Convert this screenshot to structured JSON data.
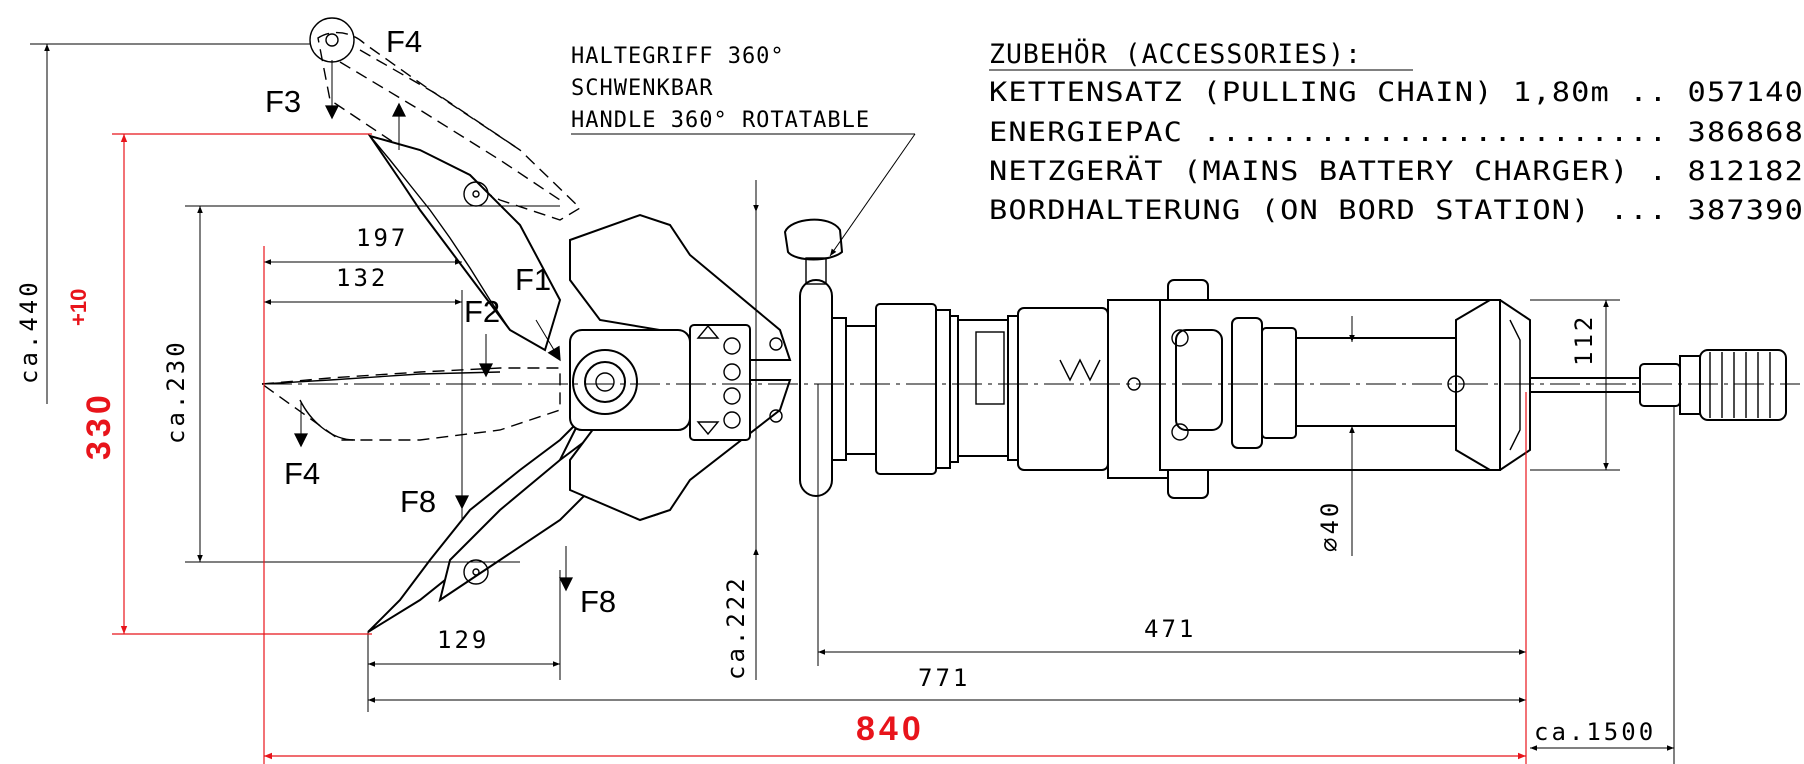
{
  "accessories": {
    "heading": "ZUBEHÖR (ACCESSORIES):",
    "items": [
      "KETTENSATZ (PULLING CHAIN) 1,80m .. 057140",
      "ENERGIEPAC ........................ 386868",
      "NETZGERÄT (MAINS BATTERY CHARGER) . 812182",
      "BORDHALTERUNG (ON BORD STATION) ... 387390"
    ]
  },
  "handle_note": {
    "line1": "HALTEGRIFF 360°",
    "line2": "SCHWENKBAR",
    "line3": "HANDLE 360° ROTATABLE"
  },
  "forces": {
    "f1": "F1",
    "f2": "F2",
    "f3": "F3",
    "f4_top": "F4",
    "f4_left": "F4",
    "f8_mid": "F8",
    "f8_low": "F8"
  },
  "dimensions": {
    "d197": "197",
    "d132": "132",
    "d129": "129",
    "d471": "471",
    "d771": "771",
    "d840": "840",
    "d1500": "ca.1500",
    "d112": "112",
    "d40": "∅40",
    "d222": "ca.222",
    "d230": "ca.230",
    "d440": "ca.440",
    "d330": "330",
    "d330_tol": "+10"
  },
  "colors": {
    "main_dimension": "#e8141b",
    "lines": "#000000"
  }
}
